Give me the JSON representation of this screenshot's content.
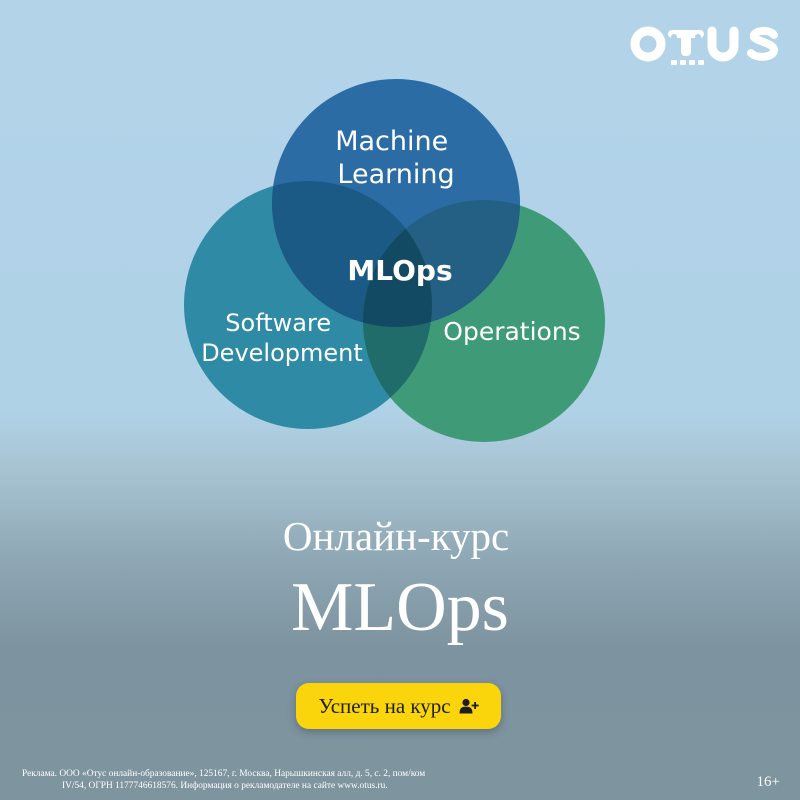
{
  "brand": {
    "logo_text": "OTUS",
    "logo_color": "#ffffff"
  },
  "diagram": {
    "circles": [
      {
        "label_lines": [
          "Machine",
          "Learning"
        ],
        "color": "#2a6ca3"
      },
      {
        "label_lines": [
          "Software",
          "Development"
        ],
        "color": "#2f8aa5"
      },
      {
        "label_lines": [
          "Operations"
        ],
        "color": "#3f9a77"
      }
    ],
    "center_label": "MLOps",
    "center_color": "#134a63"
  },
  "course": {
    "subtitle": "Онлайн-курс",
    "title": "MLOps"
  },
  "cta": {
    "label": "Успеть на курс",
    "icon": "user-add-icon",
    "color": "#fbd50b"
  },
  "footer": {
    "legal_line1": "Реклама. ООО «Отус онлайн-образование», 125167, г. Москва, Нарышкинская алл, д. 5, с. 2, пом/ком",
    "legal_line2": "IV/54, ОГРН 1177746618576. Информация о рекламодателе на сайте www.otus.ru.",
    "age_rating": "16+"
  }
}
